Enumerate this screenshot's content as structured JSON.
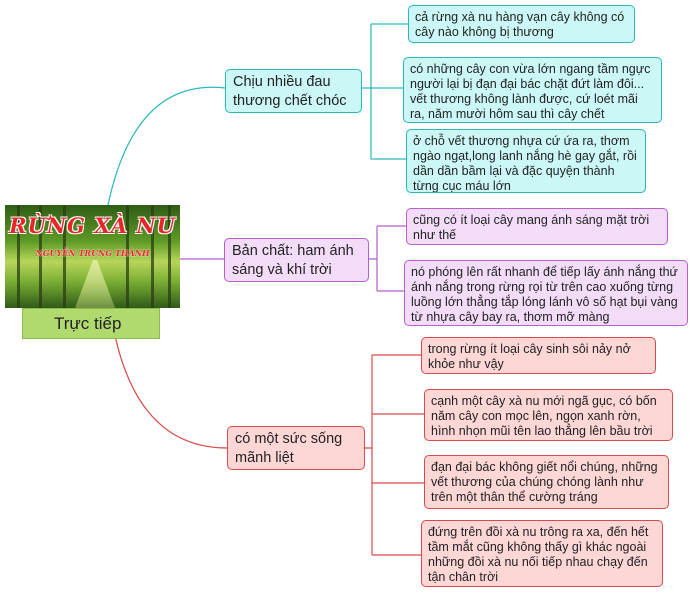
{
  "central": {
    "image_title": "RỪNG XÀ NU",
    "image_author": "NGUYỄN TRUNG THÀNH",
    "label": "Trực tiếp"
  },
  "branches": [
    {
      "text": "Chịu nhiều đau thương chết chóc",
      "color": "#2bb7bb",
      "leaves": [
        "cả rừng xà nu hàng vạn cây không có cây nào không bị thương",
        "có những cây con vừa lớn ngang tầm ngực người lại bị đạn đại bác chặt đứt làm đôi... vết thương không lành được, cứ loét mãi ra, năm mười hôm sau thì cây chết",
        "ở chỗ vết thương nhựa cứ ứa ra, thơm ngào ngạt,long lanh nắng hè gay gắt, rồi dần dần bầm lại và đặc quyện thành từng cục máu lớn"
      ]
    },
    {
      "text": "Bản chất: ham ánh sáng và khí trời",
      "color": "#b462cc",
      "leaves": [
        "cũng có ít loại cây mang ánh sáng mặt trời như thế",
        "nó phóng lên rất nhanh để tiếp lấy ánh nắng thứ ánh nắng trong rừng rọi từ trên cao xuống từng luồng lớn thẳng tắp lóng lánh vô số hạt bụi vàng từ nhựa cây bay ra, thơm mỡ màng"
      ]
    },
    {
      "text": "có một sức sống mãnh liệt",
      "color": "#d94a4a",
      "leaves": [
        "trong rừng ít loại cây sinh sôi nảy nở khỏe như vậy",
        "cạnh một cây xà nu mới ngã gục, có bốn năm cây con mọc lên, ngọn xanh rờn, hình nhọn mũi tên lao thẳng lên bầu trời",
        "đạn đại bác không giết nổi chúng, những vết thương của chúng chóng lành như trên một thân thể cường tráng",
        "đứng trên đồi xà nu trông ra xa, đến hết tầm mắt cũng không thấy gì khác ngoài những đồi xà nu nối tiếp nhau chạy đến tận chân trời"
      ]
    }
  ]
}
